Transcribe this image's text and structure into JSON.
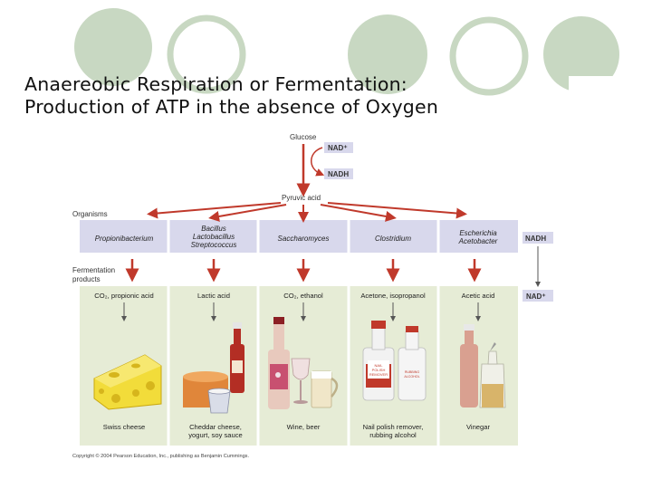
{
  "title": {
    "line1": "Anaereobic Respiration or Fermentation:",
    "line2": "Production of ATP in the absence of Oxygen"
  },
  "diagram": {
    "glucose": "Glucose",
    "nad_plus": "NAD⁺",
    "nadh": "NADH",
    "pyruvic_acid": "Pyruvic acid",
    "organisms_label": "Organisms",
    "fermentation_label_1": "Fermentation",
    "fermentation_label_2": "products",
    "columns": [
      {
        "organism": [
          "Propionibacterium"
        ],
        "product": "CO₂, propionic acid",
        "food": [
          "Swiss cheese"
        ]
      },
      {
        "organism": [
          "Bacillus",
          "Lactobacillus",
          "Streptococcus"
        ],
        "product": "Lactic acid",
        "food": [
          "Cheddar cheese,",
          "yogurt, soy sauce"
        ]
      },
      {
        "organism": [
          "Saccharomyces"
        ],
        "product": "CO₂, ethanol",
        "food": [
          "Wine, beer"
        ]
      },
      {
        "organism": [
          "Clostridium"
        ],
        "product": "Acetone, isopropanol",
        "food": [
          "Nail polish remover,",
          "rubbing alcohol"
        ]
      },
      {
        "organism": [
          "Escherichia",
          "Acetobacter"
        ],
        "product": "Acetic acid",
        "food": [
          "Vinegar"
        ]
      }
    ],
    "side_nadh": "NADH",
    "side_nad_plus": "NAD⁺",
    "bottle_labels": {
      "nail_1": "NAIL",
      "nail_2": "POLISH",
      "nail_3": "REMOVER",
      "rub_1": "RUBBING",
      "rub_2": "ALCOHOL"
    },
    "copyright": "Copyright © 2004 Pearson Education, Inc., publishing as Benjamin Cummings."
  },
  "colors": {
    "arrow_red": "#c0392b",
    "panel_lavender": "#d8d8ec",
    "panel_green": "#e6ecd6",
    "deco_circle": "#c8d8c2"
  }
}
